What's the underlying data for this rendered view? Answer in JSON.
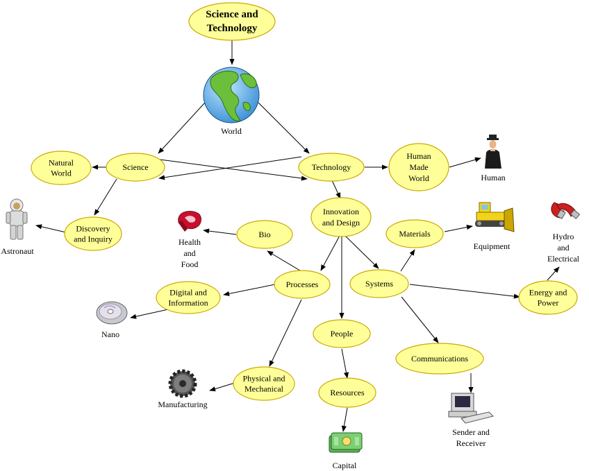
{
  "nodes": {
    "root": [
      "Science and",
      "Technology"
    ],
    "natural_world": [
      "Natural",
      "World"
    ],
    "science": [
      "Science"
    ],
    "technology": [
      "Technology"
    ],
    "human_made_world": [
      "Human",
      "Made",
      "World"
    ],
    "discovery": [
      "Discovery",
      "and Inquiry"
    ],
    "innovation": [
      "Innovation",
      "and Design"
    ],
    "bio": [
      "Bio"
    ],
    "materials": [
      "Materials"
    ],
    "digital": [
      "Digital and",
      "Information"
    ],
    "processes": [
      "Processes"
    ],
    "systems": [
      "Systems"
    ],
    "energy": [
      "Energy and",
      "Power"
    ],
    "people": [
      "People"
    ],
    "communications": [
      "Communications"
    ],
    "physical": [
      "Physical and",
      "Mechanical"
    ],
    "resources": [
      "Resources"
    ]
  },
  "captions": {
    "world": [
      "World"
    ],
    "human": [
      "Human"
    ],
    "astronaut": [
      "Astronaut"
    ],
    "health_food": [
      "Health",
      "and",
      "Food"
    ],
    "equipment": [
      "Equipment"
    ],
    "hydro": [
      "Hydro",
      "and",
      "Electrical"
    ],
    "nano": [
      "Nano"
    ],
    "manufacturing": [
      "Manufacturing"
    ],
    "sender": [
      "Sender and",
      "Receiver"
    ],
    "capital": [
      "Capital"
    ]
  },
  "icons": {
    "world": "globe-icon",
    "human": "person-icon",
    "astronaut": "astronaut-icon",
    "health_food": "steak-icon",
    "equipment": "bulldozer-icon",
    "hydro": "magnet-icon",
    "nano": "disc-icon",
    "manufacturing": "gear-icon",
    "sender": "computer-icon",
    "capital": "money-icon"
  },
  "colors": {
    "node_fill": "#ffff99",
    "node_stroke": "#c9a800",
    "edge": "#000000"
  }
}
